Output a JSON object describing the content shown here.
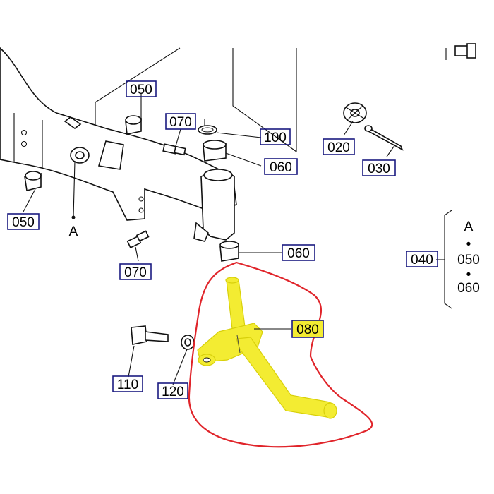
{
  "diagram": {
    "callouts": {
      "p050_top": "050",
      "p070_top": "070",
      "p100": "100",
      "p060_top": "060",
      "p020": "020",
      "p030": "030",
      "p050_left": "050",
      "p070_bottom": "070",
      "p060_mid": "060",
      "p040": "040",
      "p080": "080",
      "p110": "110",
      "p120": "120"
    },
    "labels": {
      "frame_a": "A"
    },
    "kit": {
      "items": [
        "A",
        "050",
        "060"
      ],
      "bullet": "•"
    },
    "colors": {
      "highlight": "#f3ec32",
      "selection_outline": "#e0242a",
      "callout_box": "#1a1a80"
    }
  }
}
